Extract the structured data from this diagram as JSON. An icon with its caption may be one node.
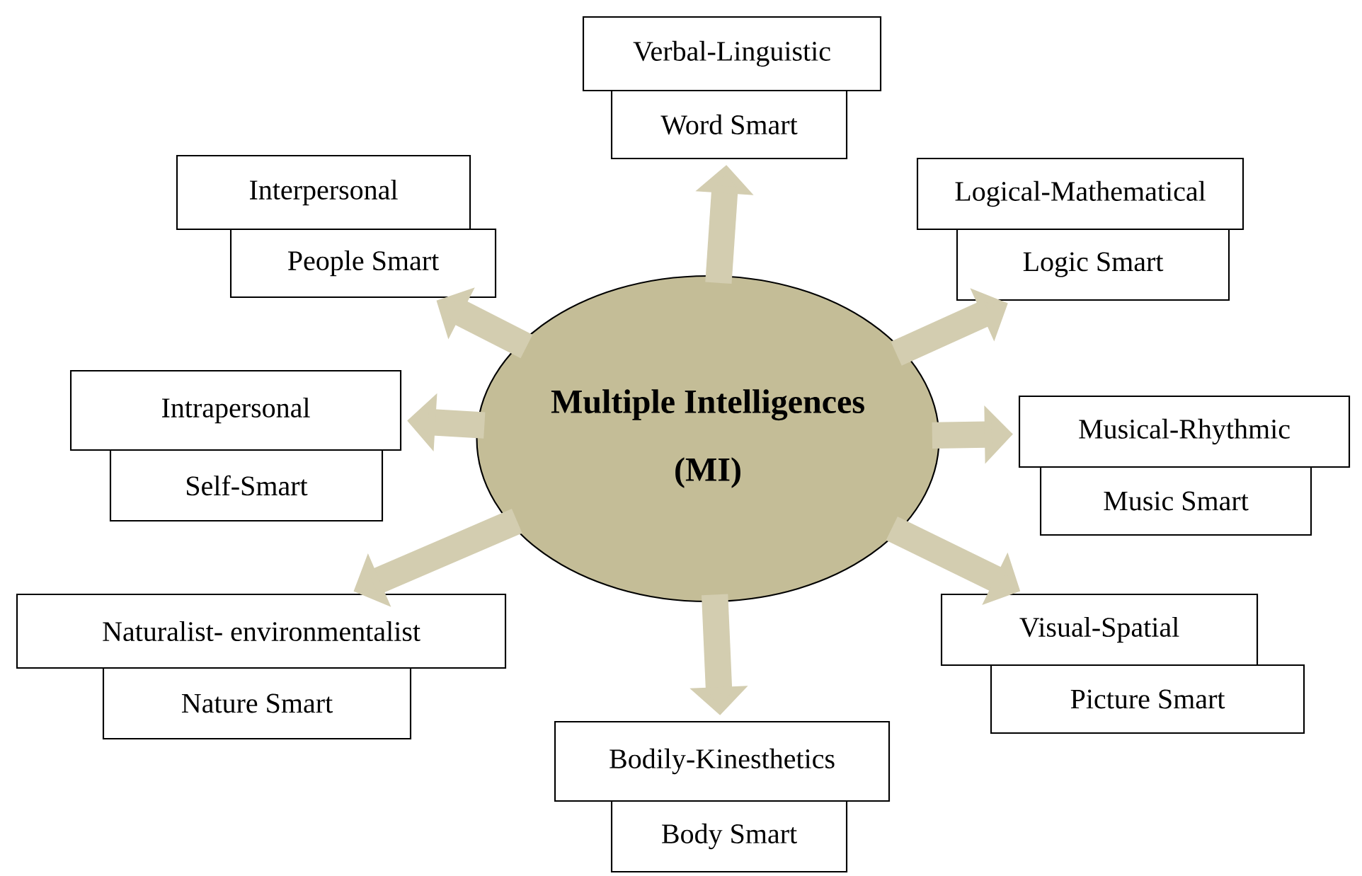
{
  "diagram": {
    "nodes": [
      {
        "text": [
          "Multiple Intelligences",
          "(MI)"
        ]
      },
      {
        "text": [
          "Verbal-Linguistic"
        ]
      },
      {
        "text": [
          "Word Smart"
        ]
      },
      {
        "text": [
          "Interpersonal"
        ]
      },
      {
        "text": [
          "People Smart"
        ]
      },
      {
        "text": [
          "Logical-Mathematical"
        ]
      },
      {
        "text": [
          "Logic Smart"
        ]
      },
      {
        "text": [
          "Intrapersonal"
        ]
      },
      {
        "text": [
          "Self-Smart"
        ]
      },
      {
        "text": [
          "Musical-Rhythmic"
        ]
      },
      {
        "text": [
          "Music Smart"
        ]
      },
      {
        "text": [
          "Naturalist- environmentalist"
        ]
      },
      {
        "text": [
          "Nature Smart"
        ]
      },
      {
        "text": [
          "Visual-Spatial"
        ]
      },
      {
        "text": [
          "Picture Smart"
        ]
      },
      {
        "text": [
          "Bodily-Kinesthetics"
        ]
      },
      {
        "text": [
          "Body Smart"
        ]
      }
    ],
    "edges": [
      {
        "from": 0,
        "to": 2,
        "arrow": "to"
      },
      {
        "from": 0,
        "to": 4,
        "arrow": "to"
      },
      {
        "from": 0,
        "to": 6,
        "arrow": "to"
      },
      {
        "from": 0,
        "to": 7,
        "arrow": "to"
      },
      {
        "from": 0,
        "to": 9,
        "arrow": "to"
      },
      {
        "from": 0,
        "to": 11,
        "arrow": "to"
      },
      {
        "from": 0,
        "to": 13,
        "arrow": "to"
      },
      {
        "from": 0,
        "to": 15,
        "arrow": "to"
      }
    ]
  }
}
